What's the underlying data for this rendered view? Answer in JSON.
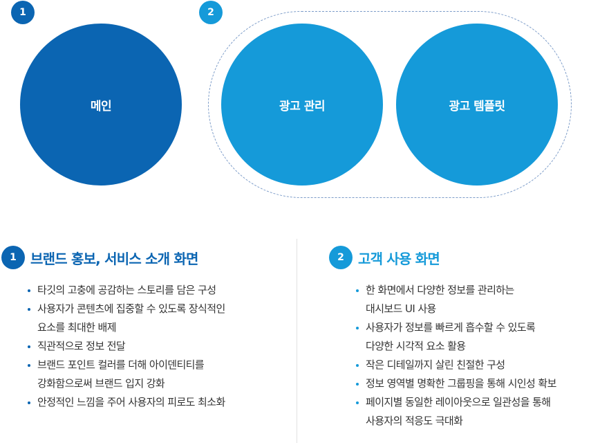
{
  "colors": {
    "dark_blue": "#0b65b2",
    "light_blue": "#159ad9",
    "text": "#333333",
    "divider": "#e1e1e1"
  },
  "diagram": {
    "badges": [
      "1",
      "2"
    ],
    "nodes": {
      "main": "메인",
      "ad_manage": "광고 관리",
      "ad_template": "광고 템플릿"
    }
  },
  "sections": [
    {
      "number": "1",
      "title": "브랜드 홍보, 서비스 소개 화면",
      "items": [
        [
          "타깃의 고충에 공감하는 스토리를 담은 구성"
        ],
        [
          "사용자가 콘텐츠에 집중할 수 있도록 장식적인",
          "요소를 최대한 배제"
        ],
        [
          "직관적으로 정보 전달"
        ],
        [
          "브랜드 포인트 컬러를 더해 아이덴티티를",
          "강화함으로써 브랜드 입지 강화"
        ],
        [
          "안정적인 느낌을 주어 사용자의 피로도 최소화"
        ]
      ]
    },
    {
      "number": "2",
      "title": "고객 사용 화면",
      "items": [
        [
          "한 화면에서 다양한 정보를 관리하는",
          "대시보드 UI 사용"
        ],
        [
          "사용자가 정보를 빠르게 흡수할 수 있도록",
          "다양한 시각적 요소 활용"
        ],
        [
          "작은 디테일까지 살린 친절한 구성"
        ],
        [
          "정보 영역별 명확한 그룹핑을 통해 시인성 확보"
        ],
        [
          "페이지별 동일한 레이아웃으로 일관성을 통해",
          "사용자의 적응도 극대화"
        ]
      ]
    }
  ]
}
